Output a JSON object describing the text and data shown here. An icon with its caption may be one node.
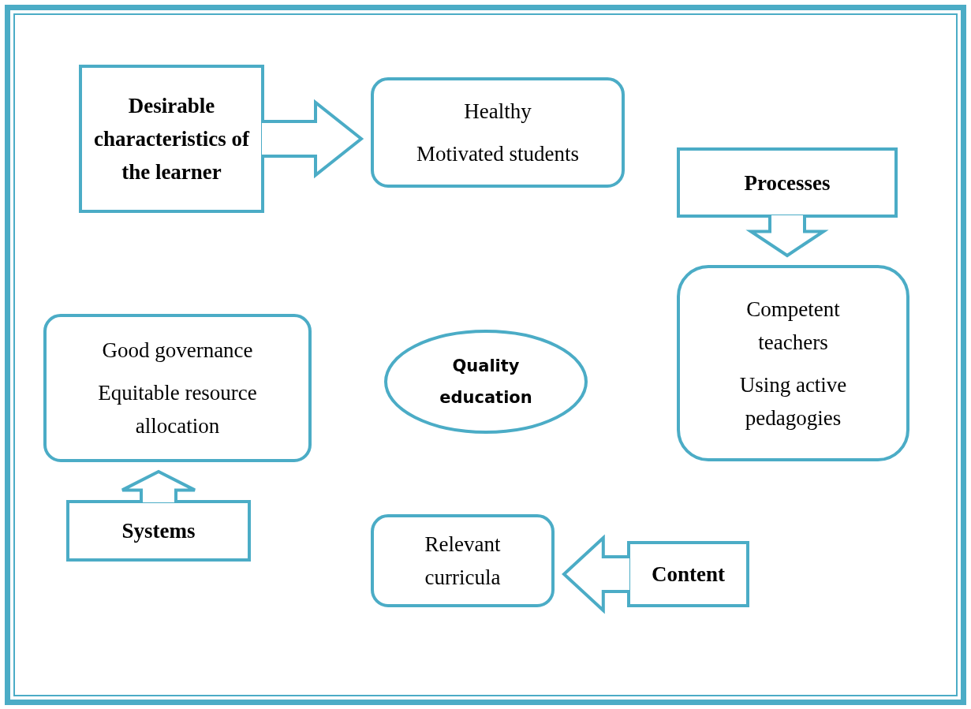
{
  "diagram": {
    "nodes": [
      {
        "text": [
          "Desirable characteristics of the learner"
        ]
      },
      {
        "text": [
          "Healthy",
          "Motivated students"
        ]
      },
      {
        "text": [
          "Processes"
        ]
      },
      {
        "text": [
          "Competent teachers",
          "Using active pedagogies"
        ]
      },
      {
        "text": [
          "Good governance",
          "Equitable resource allocation"
        ]
      },
      {
        "text": [
          "Quality education"
        ]
      },
      {
        "text": [
          "Systems"
        ]
      },
      {
        "text": [
          "Relevant curricula"
        ]
      },
      {
        "text": [
          "Content"
        ]
      }
    ],
    "edges": [
      {
        "from": 0,
        "to": 1,
        "arrow": "to"
      },
      {
        "from": 2,
        "to": 3,
        "arrow": "to"
      },
      {
        "from": 6,
        "to": 4,
        "arrow": "to"
      },
      {
        "from": 8,
        "to": 7,
        "arrow": "to"
      }
    ]
  }
}
